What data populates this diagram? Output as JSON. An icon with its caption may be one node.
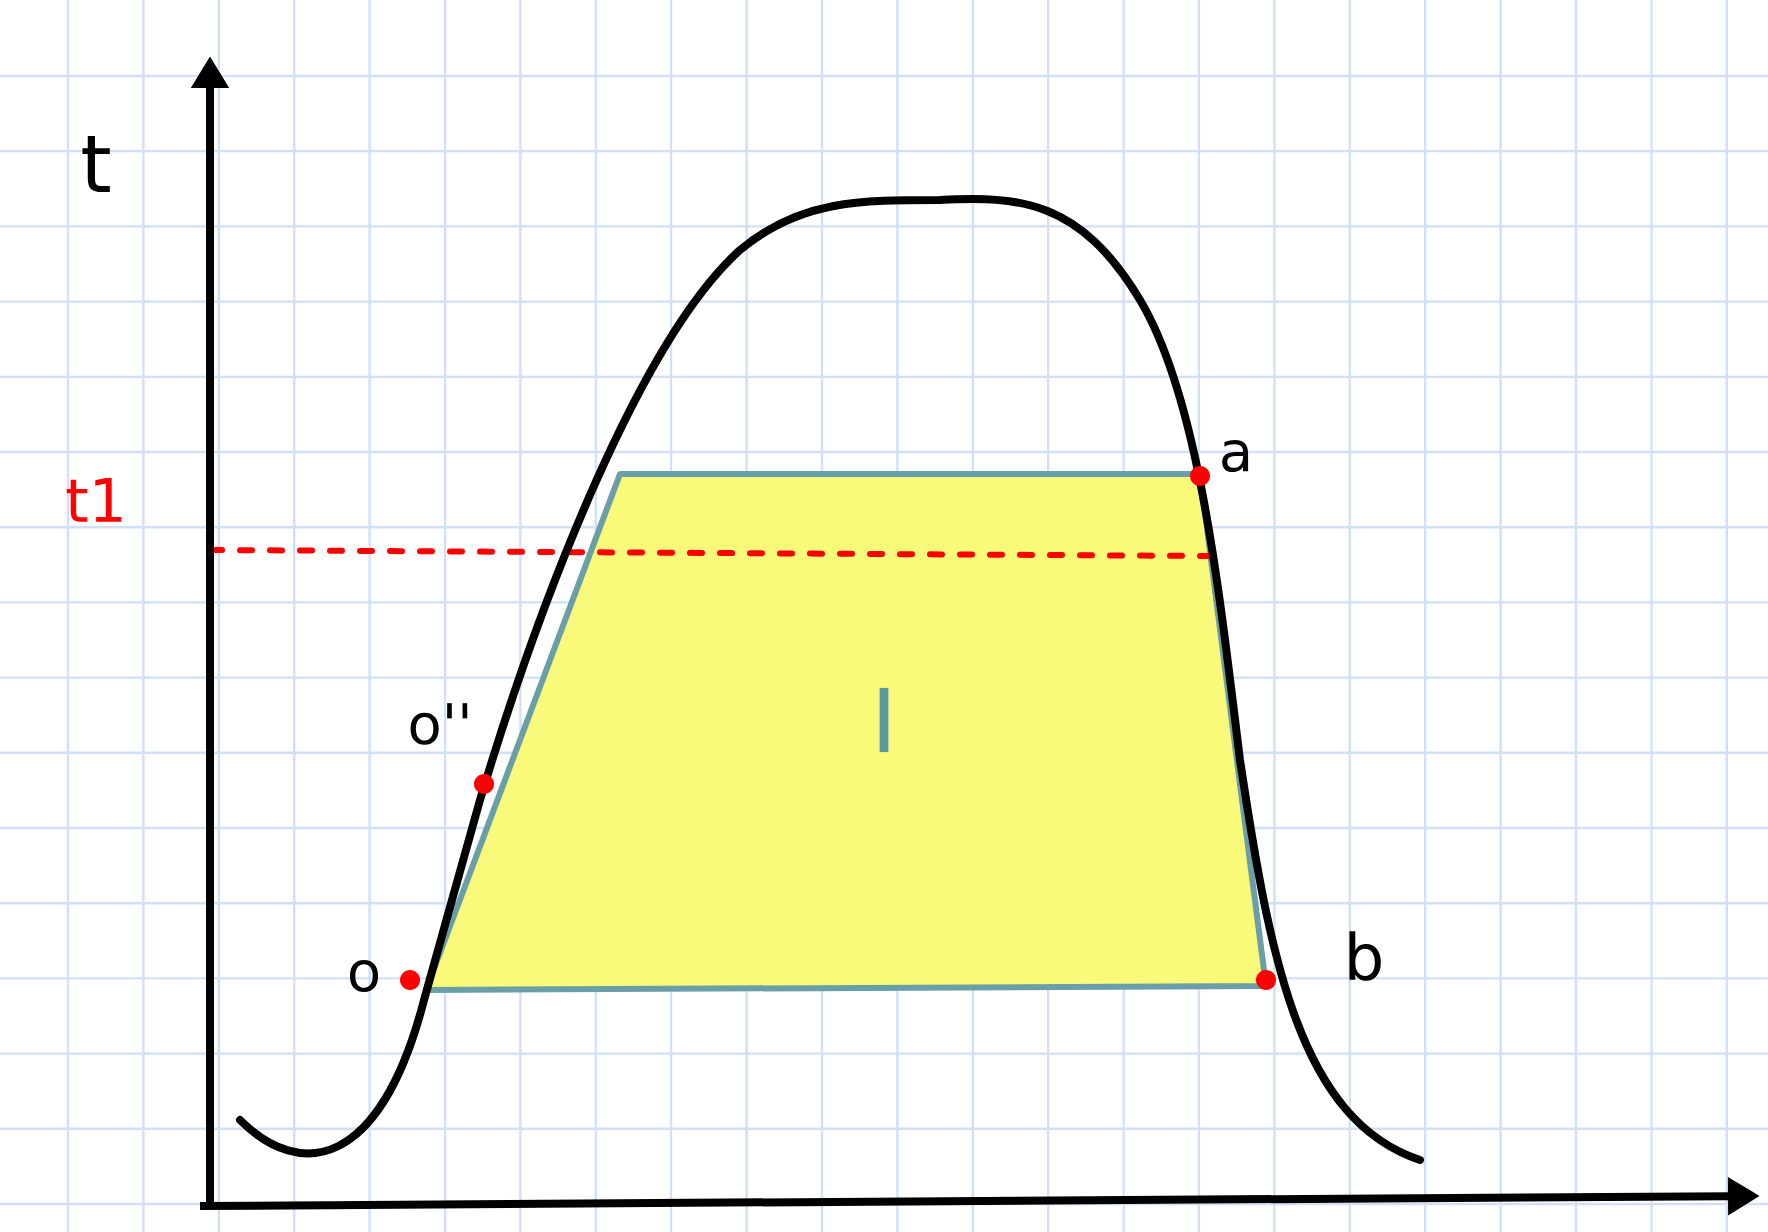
{
  "diagram": {
    "labels": [
      "t",
      "t1",
      "a",
      "o''",
      "o",
      "b",
      "I"
    ]
  }
}
